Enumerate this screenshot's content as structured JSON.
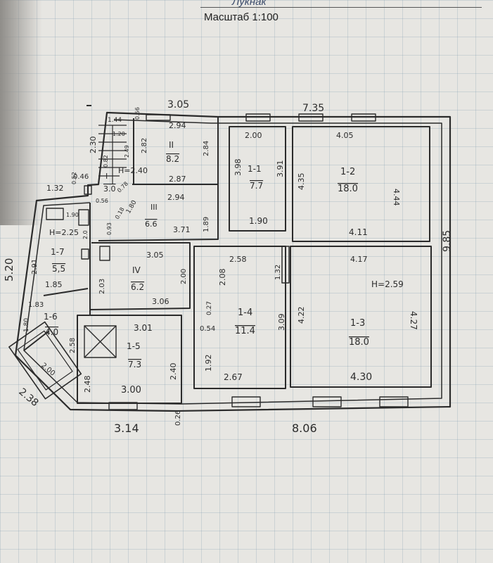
{
  "header": {
    "handwritten": "Лукнак",
    "scale": "Масштаб 1:100"
  },
  "exterior_dims": {
    "top_left": "3.05",
    "top_right": "7.35",
    "right": "9.85",
    "left": "5.20",
    "bottom_left": "3.14",
    "bottom_right": "8.06",
    "bottom_small": "0.26",
    "corner": "2.38",
    "stair_h": "2.30",
    "stair_w1": "1.44",
    "top_046": "0.46",
    "porch_w": "1.32",
    "porch_052": "0.52",
    "stair_056": "0.56"
  },
  "rooms": {
    "r1_1": {
      "id": "1-1",
      "area": "7.7",
      "w": "2.00",
      "h1": "3.98",
      "h2": "3.91",
      "b": "1.90"
    },
    "r1_2": {
      "id": "1-2",
      "area": "18.0",
      "w": "4.05",
      "h1": "4.35",
      "h2": "4.44",
      "b": "4.11"
    },
    "r1_3": {
      "id": "1-3",
      "area": "18.0",
      "w": "4.17",
      "h1": "4.22",
      "h2": "4.27",
      "b": "4.30",
      "height": "H=2.59"
    },
    "r1_4": {
      "id": "1-4",
      "area": "11.4",
      "w": "2.58",
      "h1": "2.08",
      "h2": "3.09",
      "b": "2.67",
      "d1": "1.92",
      "d2": "0.54",
      "d3": "0.27",
      "d4": "1.32"
    },
    "r1_5": {
      "id": "1-5",
      "area": "7.3",
      "w": "3.01",
      "h1": "2.48",
      "h2": "2.40",
      "b": "3.00"
    },
    "r1_6": {
      "id": "1-6",
      "area": "4.0",
      "w": "1.83",
      "h1": "1.80",
      "h2": "2.58",
      "oven": "2.00"
    },
    "r1_7": {
      "id": "1-7",
      "area": "5,5",
      "w": "1.85",
      "h": "2.91",
      "height": "H=2.25",
      "small1": "1.90",
      "small2": "2.0"
    },
    "rI": {
      "id": "I",
      "area": "3.0",
      "height": "H=2.40",
      "d1": "0.82",
      "d2": "2.49",
      "d3": "1.20",
      "d4": "0.78"
    },
    "rII": {
      "id": "II",
      "area": "8.2",
      "w": "2.94",
      "h1": "2.82",
      "h2": "2.84",
      "b": "2.87",
      "d1": "0.56"
    },
    "rIII": {
      "id": "III",
      "area": "6.6",
      "w": "2.94",
      "h1": "1.80",
      "h2": "1.89",
      "b": "3.71",
      "d1": "0.93",
      "d2": "0.18"
    },
    "rIV": {
      "id": "IV",
      "area": "6.2",
      "w": "3.05",
      "h1": "2.03",
      "h2": "2.00",
      "b": "3.06"
    },
    "rIII_small": {
      "id": "III",
      "label": "1.90"
    }
  },
  "colors": {
    "ink": "#2b2b2b",
    "paper": "#e7e6e2",
    "grid": "#9db0bc"
  }
}
